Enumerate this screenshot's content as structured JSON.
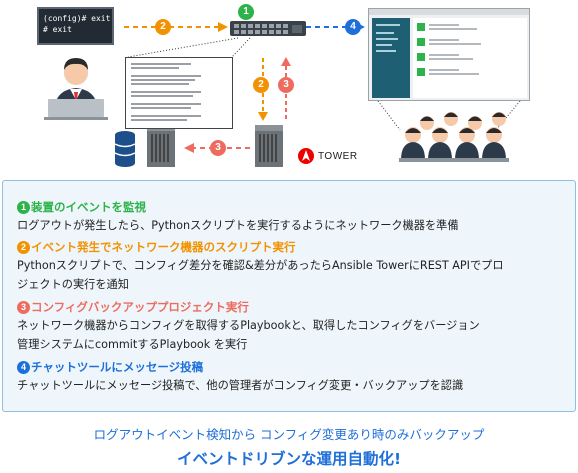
{
  "diagram": {
    "terminal_lines": [
      "(config)# exit",
      "# exit"
    ],
    "badges": {
      "one": "1",
      "two": "2",
      "three": "3",
      "four": "4"
    },
    "tower_label": "TOWER",
    "colors": {
      "step1": "#2db34a",
      "step2": "#f39200",
      "step3": "#ee6c5f",
      "step4": "#1e6fd9",
      "panel_bg": "#eef6fb",
      "panel_border": "#8fc0de"
    },
    "icons": [
      "person-at-laptop-icon",
      "network-switch-icon",
      "database-icon",
      "server-icon",
      "ansible-logo-icon",
      "chat-screen-icon",
      "admin-group-icon"
    ]
  },
  "steps": [
    {
      "num": "❶",
      "title": "装置のイベントを監視",
      "lines": [
        "ログアウトが発生したら、Pythonスクリプトを実行するようにネットワーク機器を準備"
      ]
    },
    {
      "num": "❷",
      "title": "イベント発生でネットワーク機器のスクリプト実行",
      "lines": [
        "Pythonスクリプトで、コンフィグ差分を確認&差分があったらAnsible TowerにREST APIでプロ",
        "ジェクトの実行を通知"
      ]
    },
    {
      "num": "❸",
      "title": "コンフィグバックアッププロジェクト実行",
      "lines": [
        "ネットワーク機器からコンフィグを取得するPlaybookと、取得したコンフィグをバージョン",
        "管理システムにcommitするPlaybook を実行"
      ]
    },
    {
      "num": "❹",
      "title": "チャットツールにメッセージ投稿",
      "lines": [
        "チャットツールにメッセージ投稿で、他の管理者がコンフィグ変更・バックアップを認識"
      ]
    }
  ],
  "footer": {
    "line1": "ログアウトイベント検知から コンフィグ変更あり時のみバックアップ",
    "line2": "イベントドリブンな運用自動化!"
  }
}
